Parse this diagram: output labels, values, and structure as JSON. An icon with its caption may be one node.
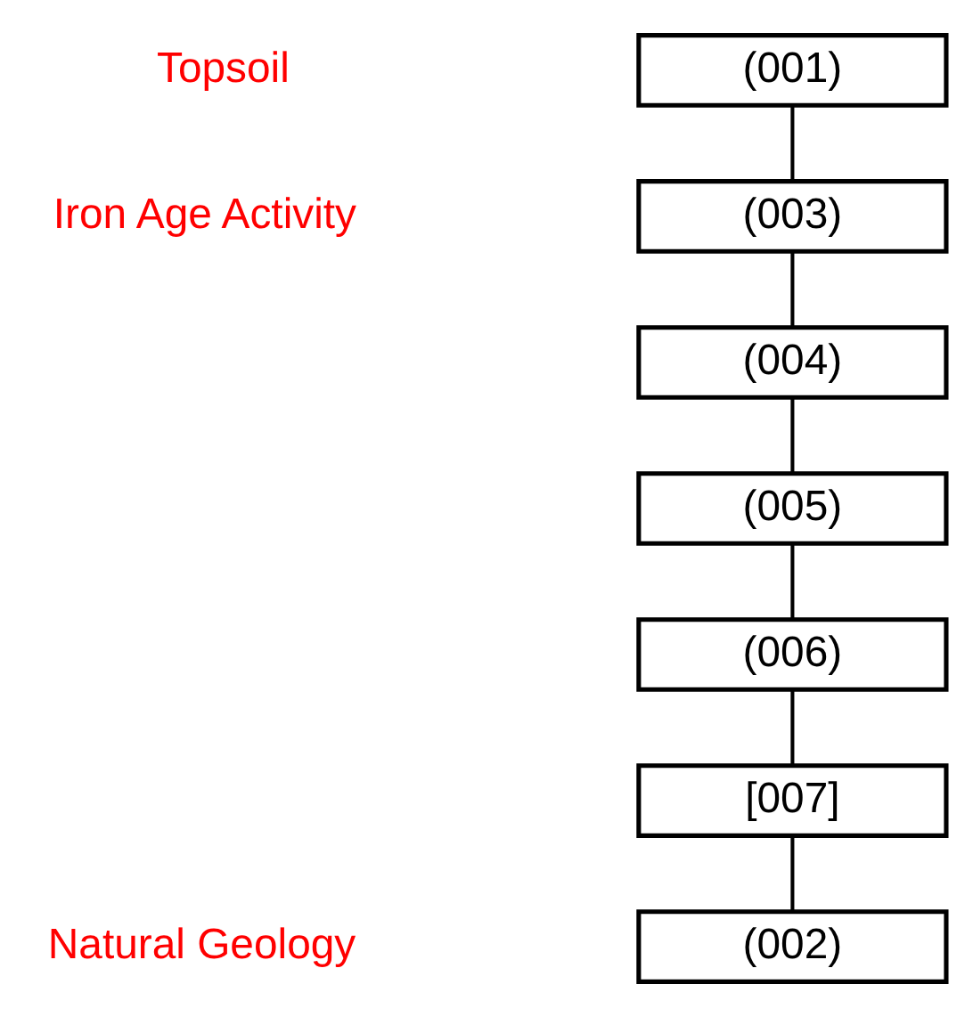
{
  "diagram": {
    "nodes": [
      {
        "text": [
          "(001)"
        ]
      },
      {
        "text": [
          "(003)"
        ]
      },
      {
        "text": [
          "(004)"
        ]
      },
      {
        "text": [
          "(005)"
        ]
      },
      {
        "text": [
          "(006)"
        ]
      },
      {
        "text": [
          "[007]"
        ]
      },
      {
        "text": [
          "(002)"
        ]
      }
    ],
    "edges": [
      {
        "from": 0,
        "to": 1,
        "arrow": "none"
      },
      {
        "from": 1,
        "to": 2,
        "arrow": "none"
      },
      {
        "from": 2,
        "to": 3,
        "arrow": "none"
      },
      {
        "from": 3,
        "to": 4,
        "arrow": "none"
      },
      {
        "from": 4,
        "to": 5,
        "arrow": "none"
      },
      {
        "from": 5,
        "to": 6,
        "arrow": "none"
      }
    ],
    "labels": [
      "Topsoil",
      "Iron Age Activity",
      "Natural Geology"
    ]
  }
}
